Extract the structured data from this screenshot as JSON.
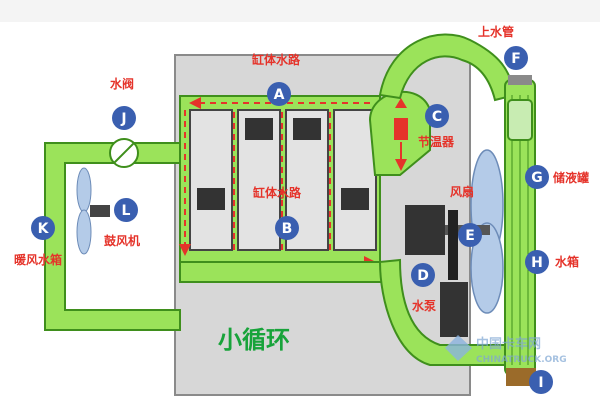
{
  "colors": {
    "coolant": "#9be35a",
    "coolant_border": "#3f8f1c",
    "engine": "#d7d7d7",
    "engine_border": "#8a8a8a",
    "flow_arrow": "#e5332a",
    "label": "#e5332a",
    "marker": "#3a5fb0",
    "title": "#18a33a"
  },
  "labels": {
    "a": {
      "letter": "A",
      "text": "缸体水路"
    },
    "b": {
      "letter": "B",
      "text": "缸体水路"
    },
    "c": {
      "letter": "C",
      "text": "节温器"
    },
    "d": {
      "letter": "D",
      "text": "水泵"
    },
    "e": {
      "letter": "E",
      "text": "风扇"
    },
    "f": {
      "letter": "F",
      "text": "上水管"
    },
    "g": {
      "letter": "G",
      "text": "储液罐"
    },
    "h": {
      "letter": "H",
      "text": "水箱"
    },
    "i": {
      "letter": "I",
      "text": ""
    },
    "j": {
      "letter": "J",
      "text": "水阀"
    },
    "k": {
      "letter": "K",
      "text": "暖风水箱"
    },
    "l": {
      "letter": "L",
      "text": "鼓风机"
    }
  },
  "diagram_title": "小循环",
  "watermark": {
    "brand": "中国卡车网",
    "domain": "CHINATRUCK.ORG"
  }
}
